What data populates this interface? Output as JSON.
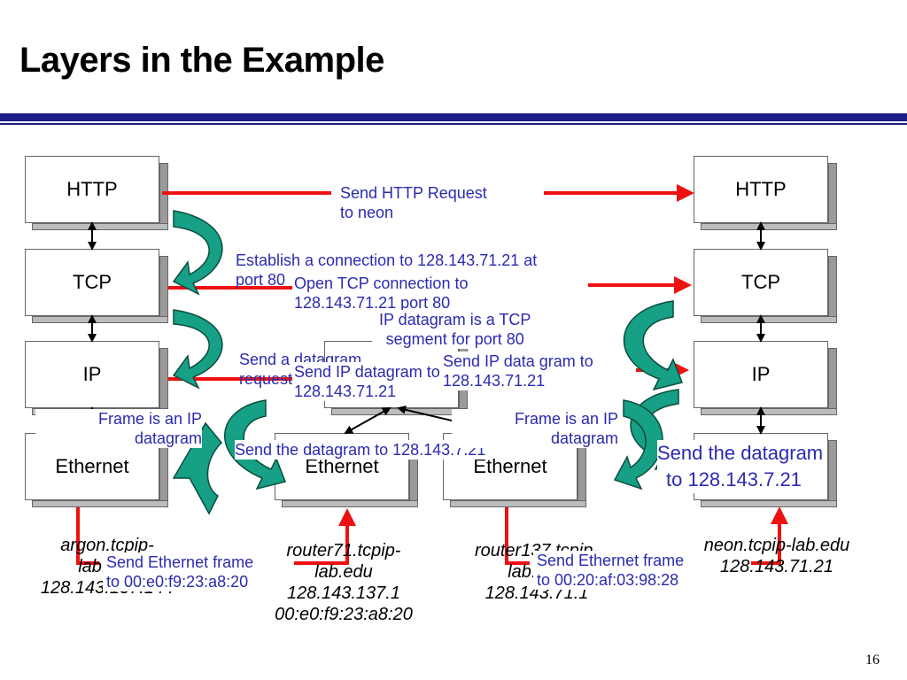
{
  "slide": {
    "title": "Layers in the Example",
    "page_number": "16"
  },
  "hosts": {
    "left": {
      "name": "argon.tcpip-",
      "line2": "lab.edu",
      "line3": "128.143.137.144"
    },
    "router71": {
      "line1": "router71.tcpip-",
      "line2": "lab.edu",
      "line3": "128.143.137.1",
      "line4": "00:e0:f9:23:a8:20"
    },
    "router137": {
      "line1": "router137.tcpip-",
      "line2": "lab.edu",
      "line3": "128.143.71.1"
    },
    "right": {
      "line1": "neon.tcpip-lab.edu",
      "line2": "128.143.71.21"
    }
  },
  "layers": {
    "http": "HTTP",
    "tcp": "TCP",
    "ip": "IP",
    "ethernet": "Ethernet"
  },
  "annotations": {
    "http_request": [
      "Send HTTP Request",
      "to neon"
    ],
    "establish": [
      "Establish a connection to 128.143.71.21 at",
      "port 80"
    ],
    "open_tcp": [
      "Open TCP connection to",
      "128.143.71.21 port 80"
    ],
    "ip_tcp_segment": [
      "IP datagram is  a TCP",
      "segment for port 80"
    ],
    "send_datagram_req": [
      "Send a datagram",
      "request"
    ],
    "send_ip_datagram": [
      "Send IP datagram to",
      "128.143.71.21"
    ],
    "send_ip_datagram_right": [
      "Send IP data gram to ",
      "128.143.71.21"
    ],
    "frame_left": [
      "Frame is an IP",
      "datagram"
    ],
    "frame_right": [
      "Frame is an IP",
      "datagram"
    ],
    "send_datagram_to": "Send the datagram to 128.143.7.21",
    "send_datagram_big": [
      "Send the datagram",
      "to 128.143.7.21"
    ],
    "eth_frame_left": [
      "Send Ethernet frame",
      "to 00:e0:f9:23:a8:20"
    ],
    "eth_frame_right": [
      "Send Ethernet frame",
      "to 00:20:af:03:98:28"
    ]
  },
  "colors": {
    "red_arrow": "#ee1111",
    "green_arrow": "#16a085",
    "annotation_text": "#2a2ab0",
    "rule": "#1d1d8a"
  }
}
